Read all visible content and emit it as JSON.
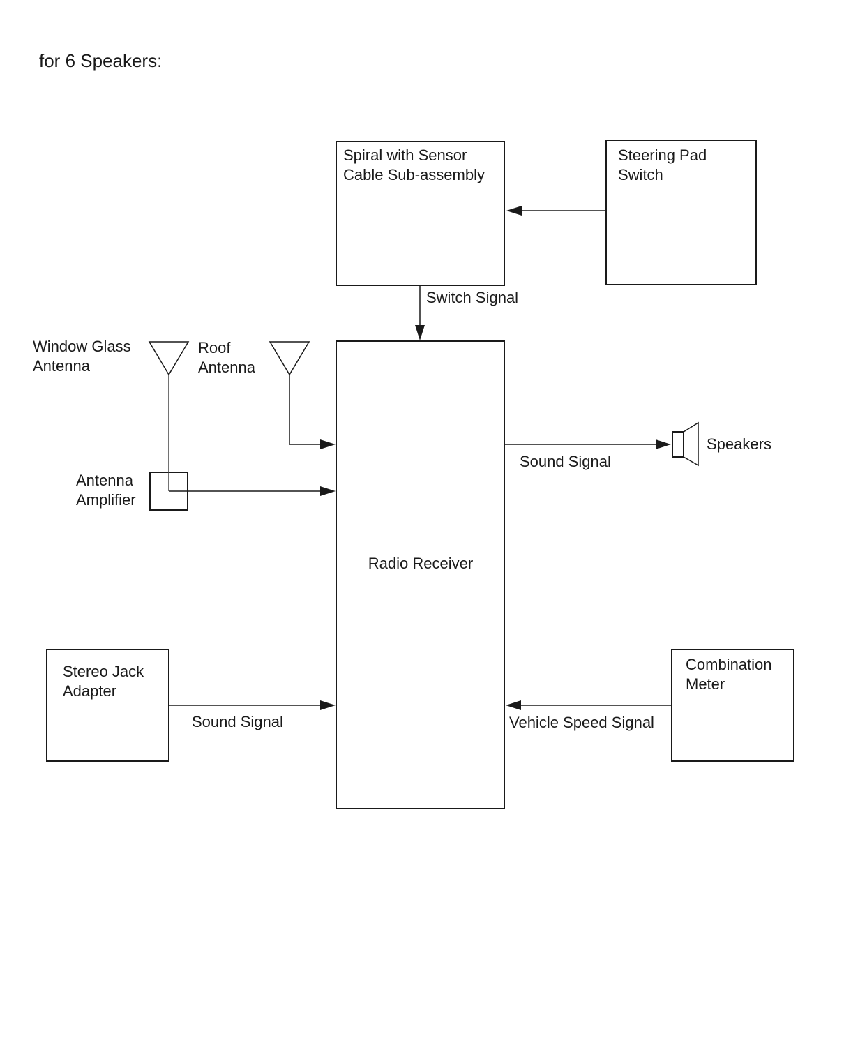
{
  "heading": "for 6 Speakers:",
  "components": {
    "spiral": {
      "line1": "Spiral with Sensor",
      "line2": "Cable Sub-assembly"
    },
    "steering_pad": {
      "line1": "Steering Pad",
      "line2": "Switch"
    },
    "radio_receiver": {
      "label": "Radio Receiver"
    },
    "window_glass_antenna": {
      "line1": "Window Glass",
      "line2": "Antenna"
    },
    "roof_antenna": {
      "line1": "Roof",
      "line2": "Antenna"
    },
    "antenna_amplifier": {
      "line1": "Antenna",
      "line2": "Amplifier"
    },
    "speakers": {
      "label": "Speakers"
    },
    "stereo_jack": {
      "line1": "Stereo Jack",
      "line2": "Adapter"
    },
    "combination_meter": {
      "line1": "Combination",
      "line2": "Meter"
    }
  },
  "signals": {
    "switch_signal": "Switch Signal",
    "sound_signal_out": "Sound Signal",
    "sound_signal_in": "Sound Signal",
    "vehicle_speed_signal": "Vehicle Speed Signal"
  }
}
